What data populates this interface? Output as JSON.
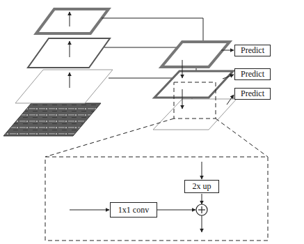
{
  "diagram": {
    "nodes": [
      {
        "text": [
          "Predict"
        ]
      },
      {
        "text": [
          "Predict"
        ]
      },
      {
        "text": [
          "Predict"
        ]
      },
      {
        "text": [
          "2x up"
        ]
      },
      {
        "text": [
          "1x1 conv"
        ]
      }
    ]
  }
}
